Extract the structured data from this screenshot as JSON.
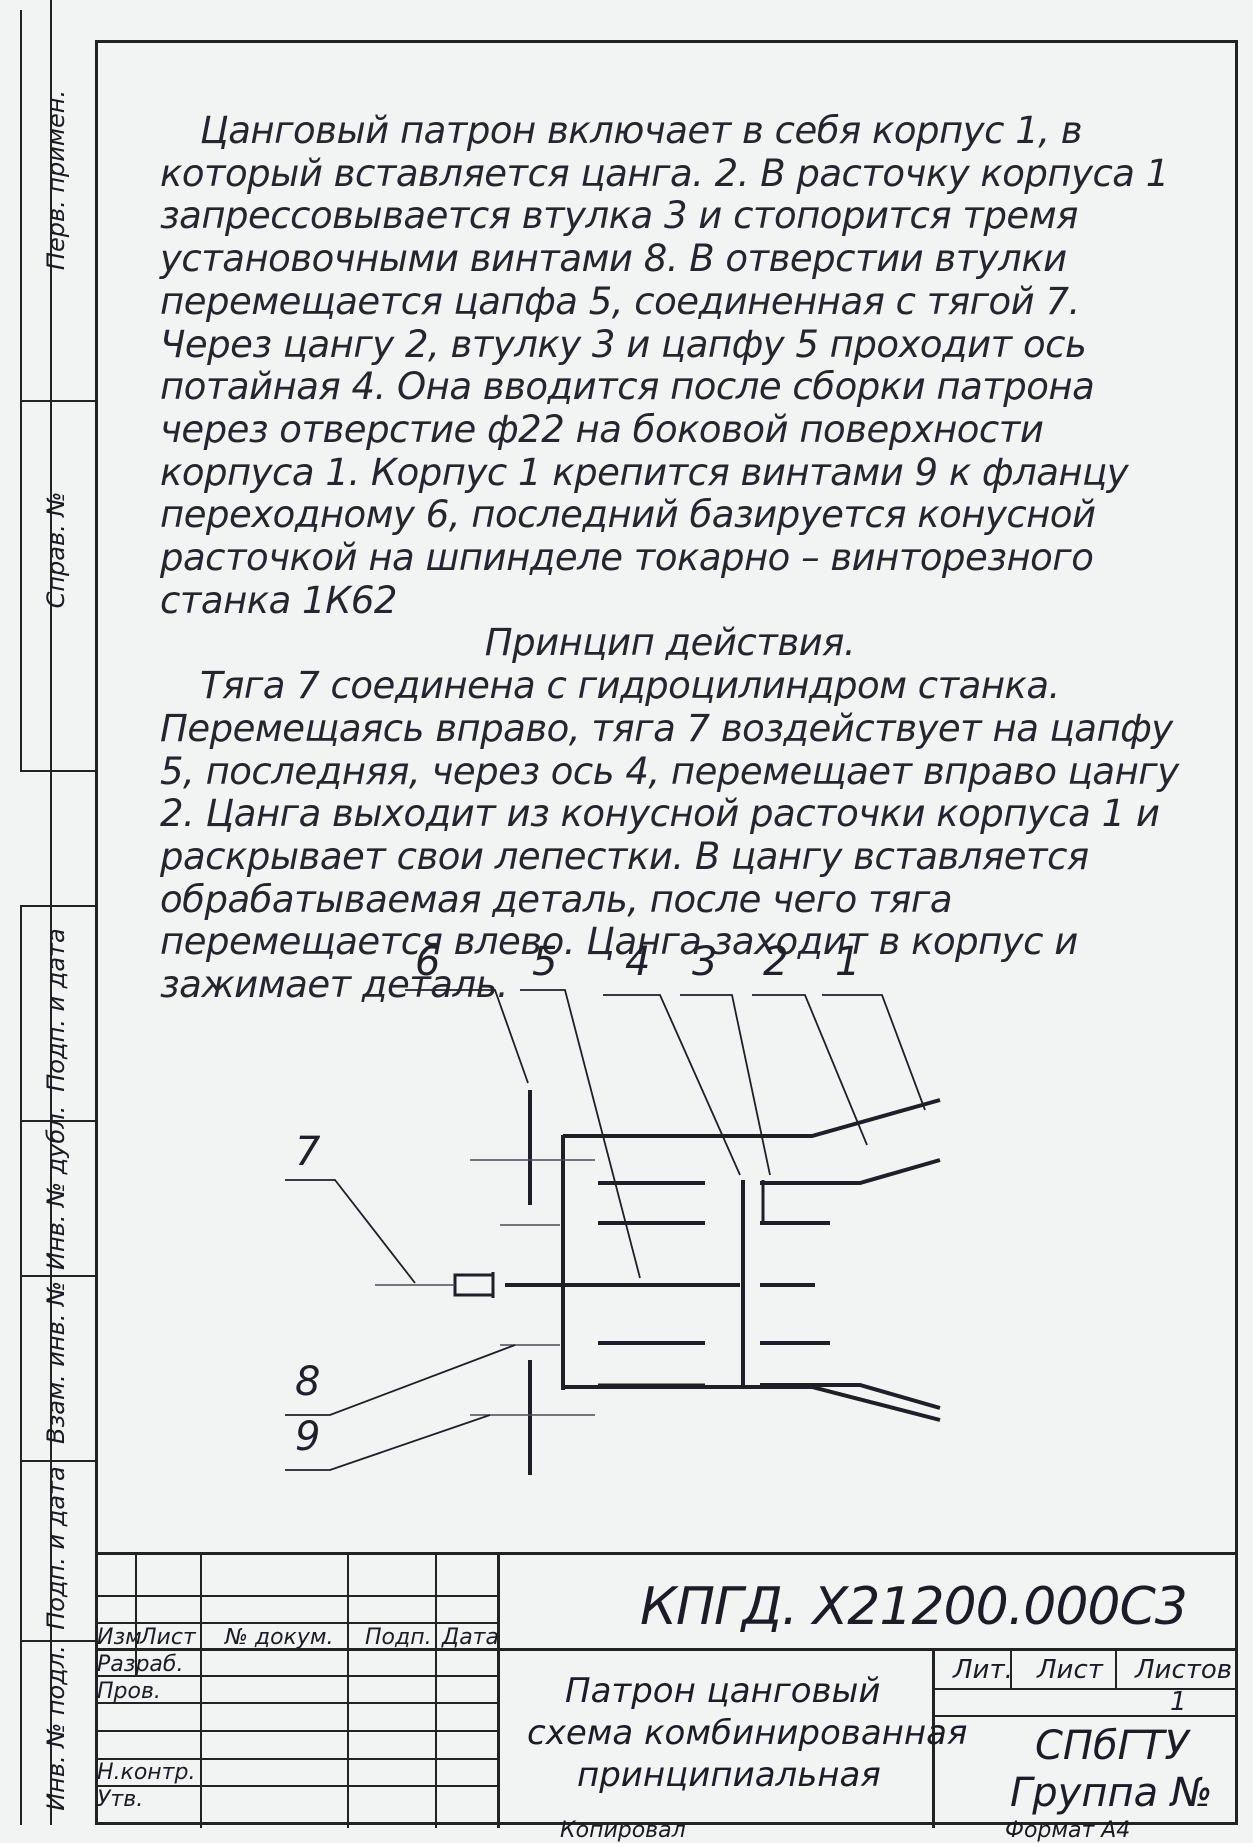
{
  "side_labels": [
    "Перв. примен.",
    "Справ. №",
    "Подп. и дата",
    "Инв. № дубл.",
    "Взам. инв. №",
    "Подп. и дата",
    "Инв. № подл."
  ],
  "body": {
    "paragraph1": "Цанговый патрон включает в себя корпус 1, в который вставляется цанга. 2. В расточку корпуса 1 запрессовывается втулка 3 и стопорится тремя установочными винтами 8. В отверстии втулки перемещается цапфа 5, соединенная с тягой 7. Через цангу 2, втулку 3 и цапфу 5 проходит ось потайная 4. Она вводится после сборки патрона через отверстие ф22 на боковой поверхности корпуса 1. Корпус 1 крепится винтами 9 к фланцу переходному 6, последний базируется конусной расточкой на шпинделе токарно – винторезного станка 1К62",
    "heading": "Принцип действия.",
    "paragraph2": "Тяга 7 соединена с гидроцилиндром станка. Перемещаясь вправо, тяга 7 воздействует на цапфу 5, последняя, через ось 4, перемещает вправо цангу 2. Цанга выходит из конусной расточки корпуса 1 и раскрывает свои лепестки. В цангу вставляется обрабатываемая деталь, после чего тяга перемещается влево. Цанга заходит в корпус и зажимает деталь."
  },
  "callouts": [
    "6",
    "5",
    "4",
    "3",
    "2",
    "1",
    "7",
    "8",
    "9"
  ],
  "title_block": {
    "code": "КПГД. Х21200.000С3",
    "header_cols": [
      "Изм",
      "Лист",
      "№ докум.",
      "Подп.",
      "Дата"
    ],
    "roles": [
      "Разраб.",
      "Пров.",
      "",
      "Н.контр.",
      "Утв."
    ],
    "doc_title": [
      "Патрон цанговый",
      "схема комбинированная",
      "принципиальная"
    ],
    "lit_headers": [
      "Лит.",
      "Лист",
      "Листов"
    ],
    "sheets_total": "1",
    "org": "СПбГТУ",
    "group": "Группа №",
    "footer_left": "Копировал",
    "footer_right": "Формат А4"
  }
}
